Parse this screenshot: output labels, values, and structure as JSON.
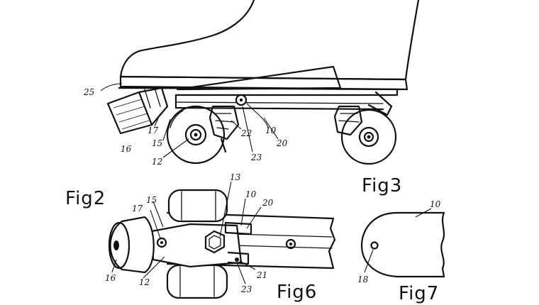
{
  "figures": {
    "fig2": "Fig2",
    "fig3": "Fig3",
    "fig6": "Fig6",
    "fig7": "Fig7"
  },
  "reference_numerals": {
    "n25": "25",
    "n17a": "17",
    "n16a": "16",
    "n15a": "15",
    "n12a": "12",
    "n22": "22",
    "n10a": "10",
    "n23a": "23",
    "n20a": "20",
    "n13": "13",
    "n15b": "15",
    "n17b": "17",
    "n10b": "10",
    "n20b": "20",
    "n16b": "16",
    "n12b": "12",
    "n21": "21",
    "n23b": "23",
    "n10c": "10",
    "n18": "18"
  }
}
